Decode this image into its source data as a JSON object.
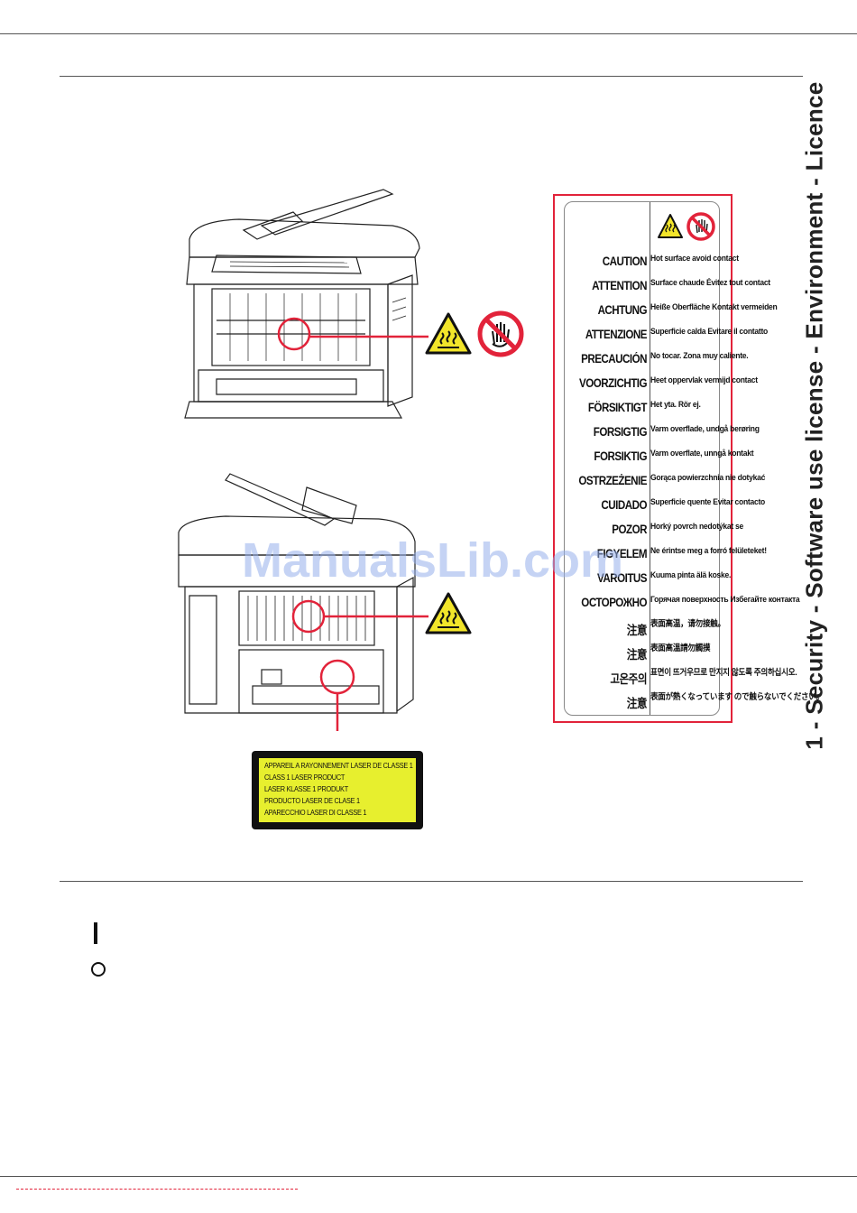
{
  "header": {
    "section_title": "1 - Security - Software use license - Environment - Licence"
  },
  "warning_label": {
    "rows": [
      {
        "word": "CAUTION",
        "desc": "Hot surface avoid contact"
      },
      {
        "word": "ATTENTION",
        "desc": "Surface chaude Évitez tout contact"
      },
      {
        "word": "ACHTUNG",
        "desc": "Heiße Oberfläche Kontakt vermeiden"
      },
      {
        "word": "ATTENZIONE",
        "desc": "Superficie calda Evitare il contatto"
      },
      {
        "word": "PRECAUCIÓN",
        "desc": "No tocar. Zona muy caliente."
      },
      {
        "word": "VOORZICHTIG",
        "desc": "Heet oppervlak vermijd contact"
      },
      {
        "word": "FÖRSIKTIGT",
        "desc": "Het yta. Rör ej."
      },
      {
        "word": "FORSIGTIG",
        "desc": "Varm overflade, undgå berøring"
      },
      {
        "word": "FORSIKTIG",
        "desc": "Varm overflate, unngå kontakt"
      },
      {
        "word": "OSTRZEŻENIE",
        "desc": "Gorąca powierzchnia nie dotykać"
      },
      {
        "word": "CUIDADO",
        "desc": "Superficie quente Evitar contacto"
      },
      {
        "word": "POZOR",
        "desc": "Horký povrch nedotýkat se"
      },
      {
        "word": "FIGYELEM",
        "desc": "Ne érintse meg a forró felületeket!"
      },
      {
        "word": "VAROITUS",
        "desc": "Kuuma pinta älä koske."
      },
      {
        "word": "ОСТОРОЖНО",
        "desc": "Горячая поверхность Избегайте контакта"
      },
      {
        "word": "注意",
        "desc": "表面高温，请勿接触。"
      },
      {
        "word": "注意",
        "desc": "表面高溫請勿觸摸"
      },
      {
        "word": "고온주의",
        "desc": "표면이 뜨거우므로 만지지 않도록 주의하십시오."
      },
      {
        "word": "注意",
        "desc": "表面が熱くなっています ので触らないでください。"
      }
    ]
  },
  "laser_label": {
    "lines": [
      "APPAREIL A RAYONNEMENT LASER DE CLASSE 1",
      "CLASS 1 LASER PRODUCT",
      "LASER KLASSE 1 PRODUKT",
      "PRODUCTO LASER DE CLASE 1",
      "APARECCHIO LASER DI CLASSE 1"
    ]
  },
  "watermark": {
    "text": "ManualsLib.com"
  },
  "colors": {
    "accent_red": "#e2233a",
    "warning_yellow": "#f2e52a",
    "laser_yellow": "#e7ef2e"
  },
  "icons": [
    "hot-surface-icon",
    "no-touch-icon",
    "power-on-symbol-icon",
    "power-off-symbol-icon"
  ]
}
